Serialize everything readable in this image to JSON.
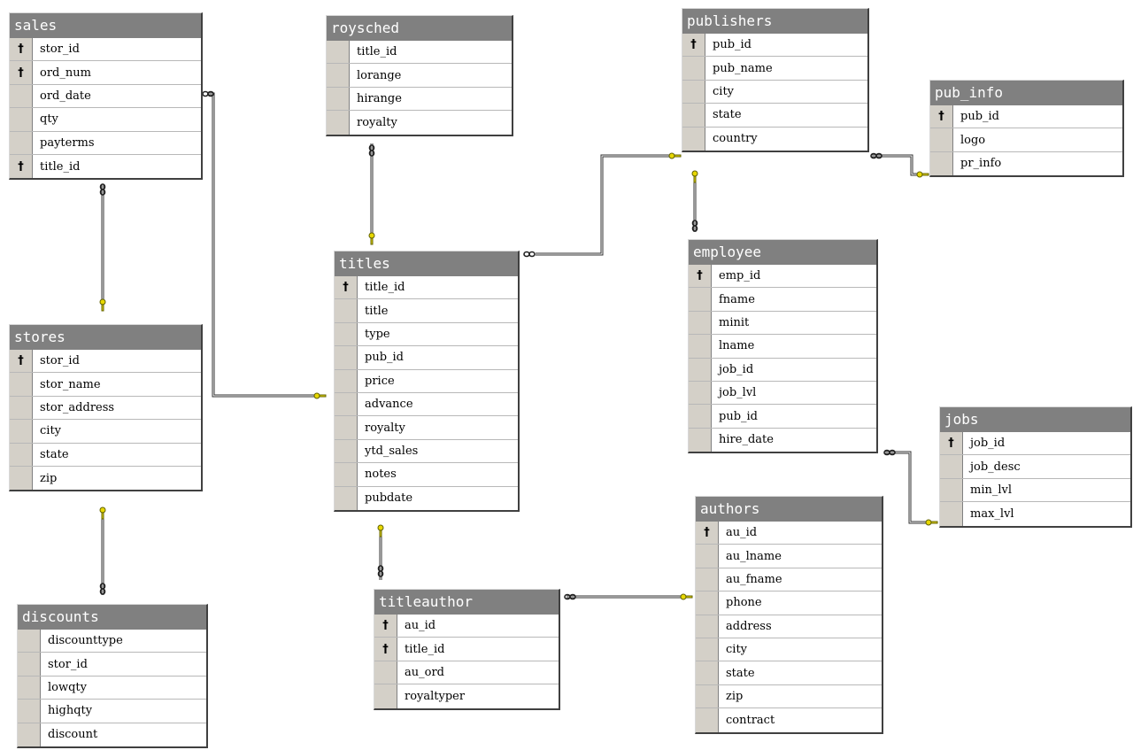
{
  "tables": {
    "sales": {
      "title": "sales",
      "columns": [
        {
          "name": "stor_id",
          "pk": true
        },
        {
          "name": "ord_num",
          "pk": true
        },
        {
          "name": "ord_date",
          "pk": false
        },
        {
          "name": "qty",
          "pk": false
        },
        {
          "name": "payterms",
          "pk": false
        },
        {
          "name": "title_id",
          "pk": true
        }
      ]
    },
    "roysched": {
      "title": "roysched",
      "columns": [
        {
          "name": "title_id",
          "pk": false
        },
        {
          "name": "lorange",
          "pk": false
        },
        {
          "name": "hirange",
          "pk": false
        },
        {
          "name": "royalty",
          "pk": false
        }
      ]
    },
    "publishers": {
      "title": "publishers",
      "columns": [
        {
          "name": "pub_id",
          "pk": true
        },
        {
          "name": "pub_name",
          "pk": false
        },
        {
          "name": "city",
          "pk": false
        },
        {
          "name": "state",
          "pk": false
        },
        {
          "name": "country",
          "pk": false
        }
      ]
    },
    "pub_info": {
      "title": "pub_info",
      "columns": [
        {
          "name": "pub_id",
          "pk": true
        },
        {
          "name": "logo",
          "pk": false
        },
        {
          "name": "pr_info",
          "pk": false
        }
      ]
    },
    "titles": {
      "title": "titles",
      "columns": [
        {
          "name": "title_id",
          "pk": true
        },
        {
          "name": "title",
          "pk": false
        },
        {
          "name": "type",
          "pk": false
        },
        {
          "name": "pub_id",
          "pk": false
        },
        {
          "name": "price",
          "pk": false
        },
        {
          "name": "advance",
          "pk": false
        },
        {
          "name": "royalty",
          "pk": false
        },
        {
          "name": "ytd_sales",
          "pk": false
        },
        {
          "name": "notes",
          "pk": false
        },
        {
          "name": "pubdate",
          "pk": false
        }
      ]
    },
    "employee": {
      "title": "employee",
      "columns": [
        {
          "name": "emp_id",
          "pk": true
        },
        {
          "name": "fname",
          "pk": false
        },
        {
          "name": "minit",
          "pk": false
        },
        {
          "name": "lname",
          "pk": false
        },
        {
          "name": "job_id",
          "pk": false
        },
        {
          "name": "job_lvl",
          "pk": false
        },
        {
          "name": "pub_id",
          "pk": false
        },
        {
          "name": "hire_date",
          "pk": false
        }
      ]
    },
    "stores": {
      "title": "stores",
      "columns": [
        {
          "name": "stor_id",
          "pk": true
        },
        {
          "name": "stor_name",
          "pk": false
        },
        {
          "name": "stor_address",
          "pk": false
        },
        {
          "name": "city",
          "pk": false
        },
        {
          "name": "state",
          "pk": false
        },
        {
          "name": "zip",
          "pk": false
        }
      ]
    },
    "jobs": {
      "title": "jobs",
      "columns": [
        {
          "name": "job_id",
          "pk": true
        },
        {
          "name": "job_desc",
          "pk": false
        },
        {
          "name": "min_lvl",
          "pk": false
        },
        {
          "name": "max_lvl",
          "pk": false
        }
      ]
    },
    "authors": {
      "title": "authors",
      "columns": [
        {
          "name": "au_id",
          "pk": true
        },
        {
          "name": "au_lname",
          "pk": false
        },
        {
          "name": "au_fname",
          "pk": false
        },
        {
          "name": "phone",
          "pk": false
        },
        {
          "name": "address",
          "pk": false
        },
        {
          "name": "city",
          "pk": false
        },
        {
          "name": "state",
          "pk": false
        },
        {
          "name": "zip",
          "pk": false
        },
        {
          "name": "contract",
          "pk": false
        }
      ]
    },
    "titleauthor": {
      "title": "titleauthor",
      "columns": [
        {
          "name": "au_id",
          "pk": true
        },
        {
          "name": "title_id",
          "pk": true
        },
        {
          "name": "au_ord",
          "pk": false
        },
        {
          "name": "royaltyper",
          "pk": false
        }
      ]
    },
    "discounts": {
      "title": "discounts",
      "columns": [
        {
          "name": "discounttype",
          "pk": false
        },
        {
          "name": "stor_id",
          "pk": false
        },
        {
          "name": "lowqty",
          "pk": false
        },
        {
          "name": "highqty",
          "pk": false
        },
        {
          "name": "discount",
          "pk": false
        }
      ]
    }
  },
  "relationships": [
    {
      "from": "sales",
      "to": "stores"
    },
    {
      "from": "sales",
      "to": "titles"
    },
    {
      "from": "roysched",
      "to": "titles"
    },
    {
      "from": "titles",
      "to": "publishers"
    },
    {
      "from": "publishers",
      "to": "pub_info"
    },
    {
      "from": "employee",
      "to": "publishers"
    },
    {
      "from": "employee",
      "to": "jobs"
    },
    {
      "from": "discounts",
      "to": "stores"
    },
    {
      "from": "titleauthor",
      "to": "titles"
    },
    {
      "from": "titleauthor",
      "to": "authors"
    }
  ],
  "icons": {
    "primary_key": "key-icon",
    "many_end": "infinity-icon",
    "one_end": "key-end-icon"
  },
  "colors": {
    "title_bar": "#808080",
    "key_cell": "#d4d0c8",
    "key_end": "#e8d800"
  }
}
